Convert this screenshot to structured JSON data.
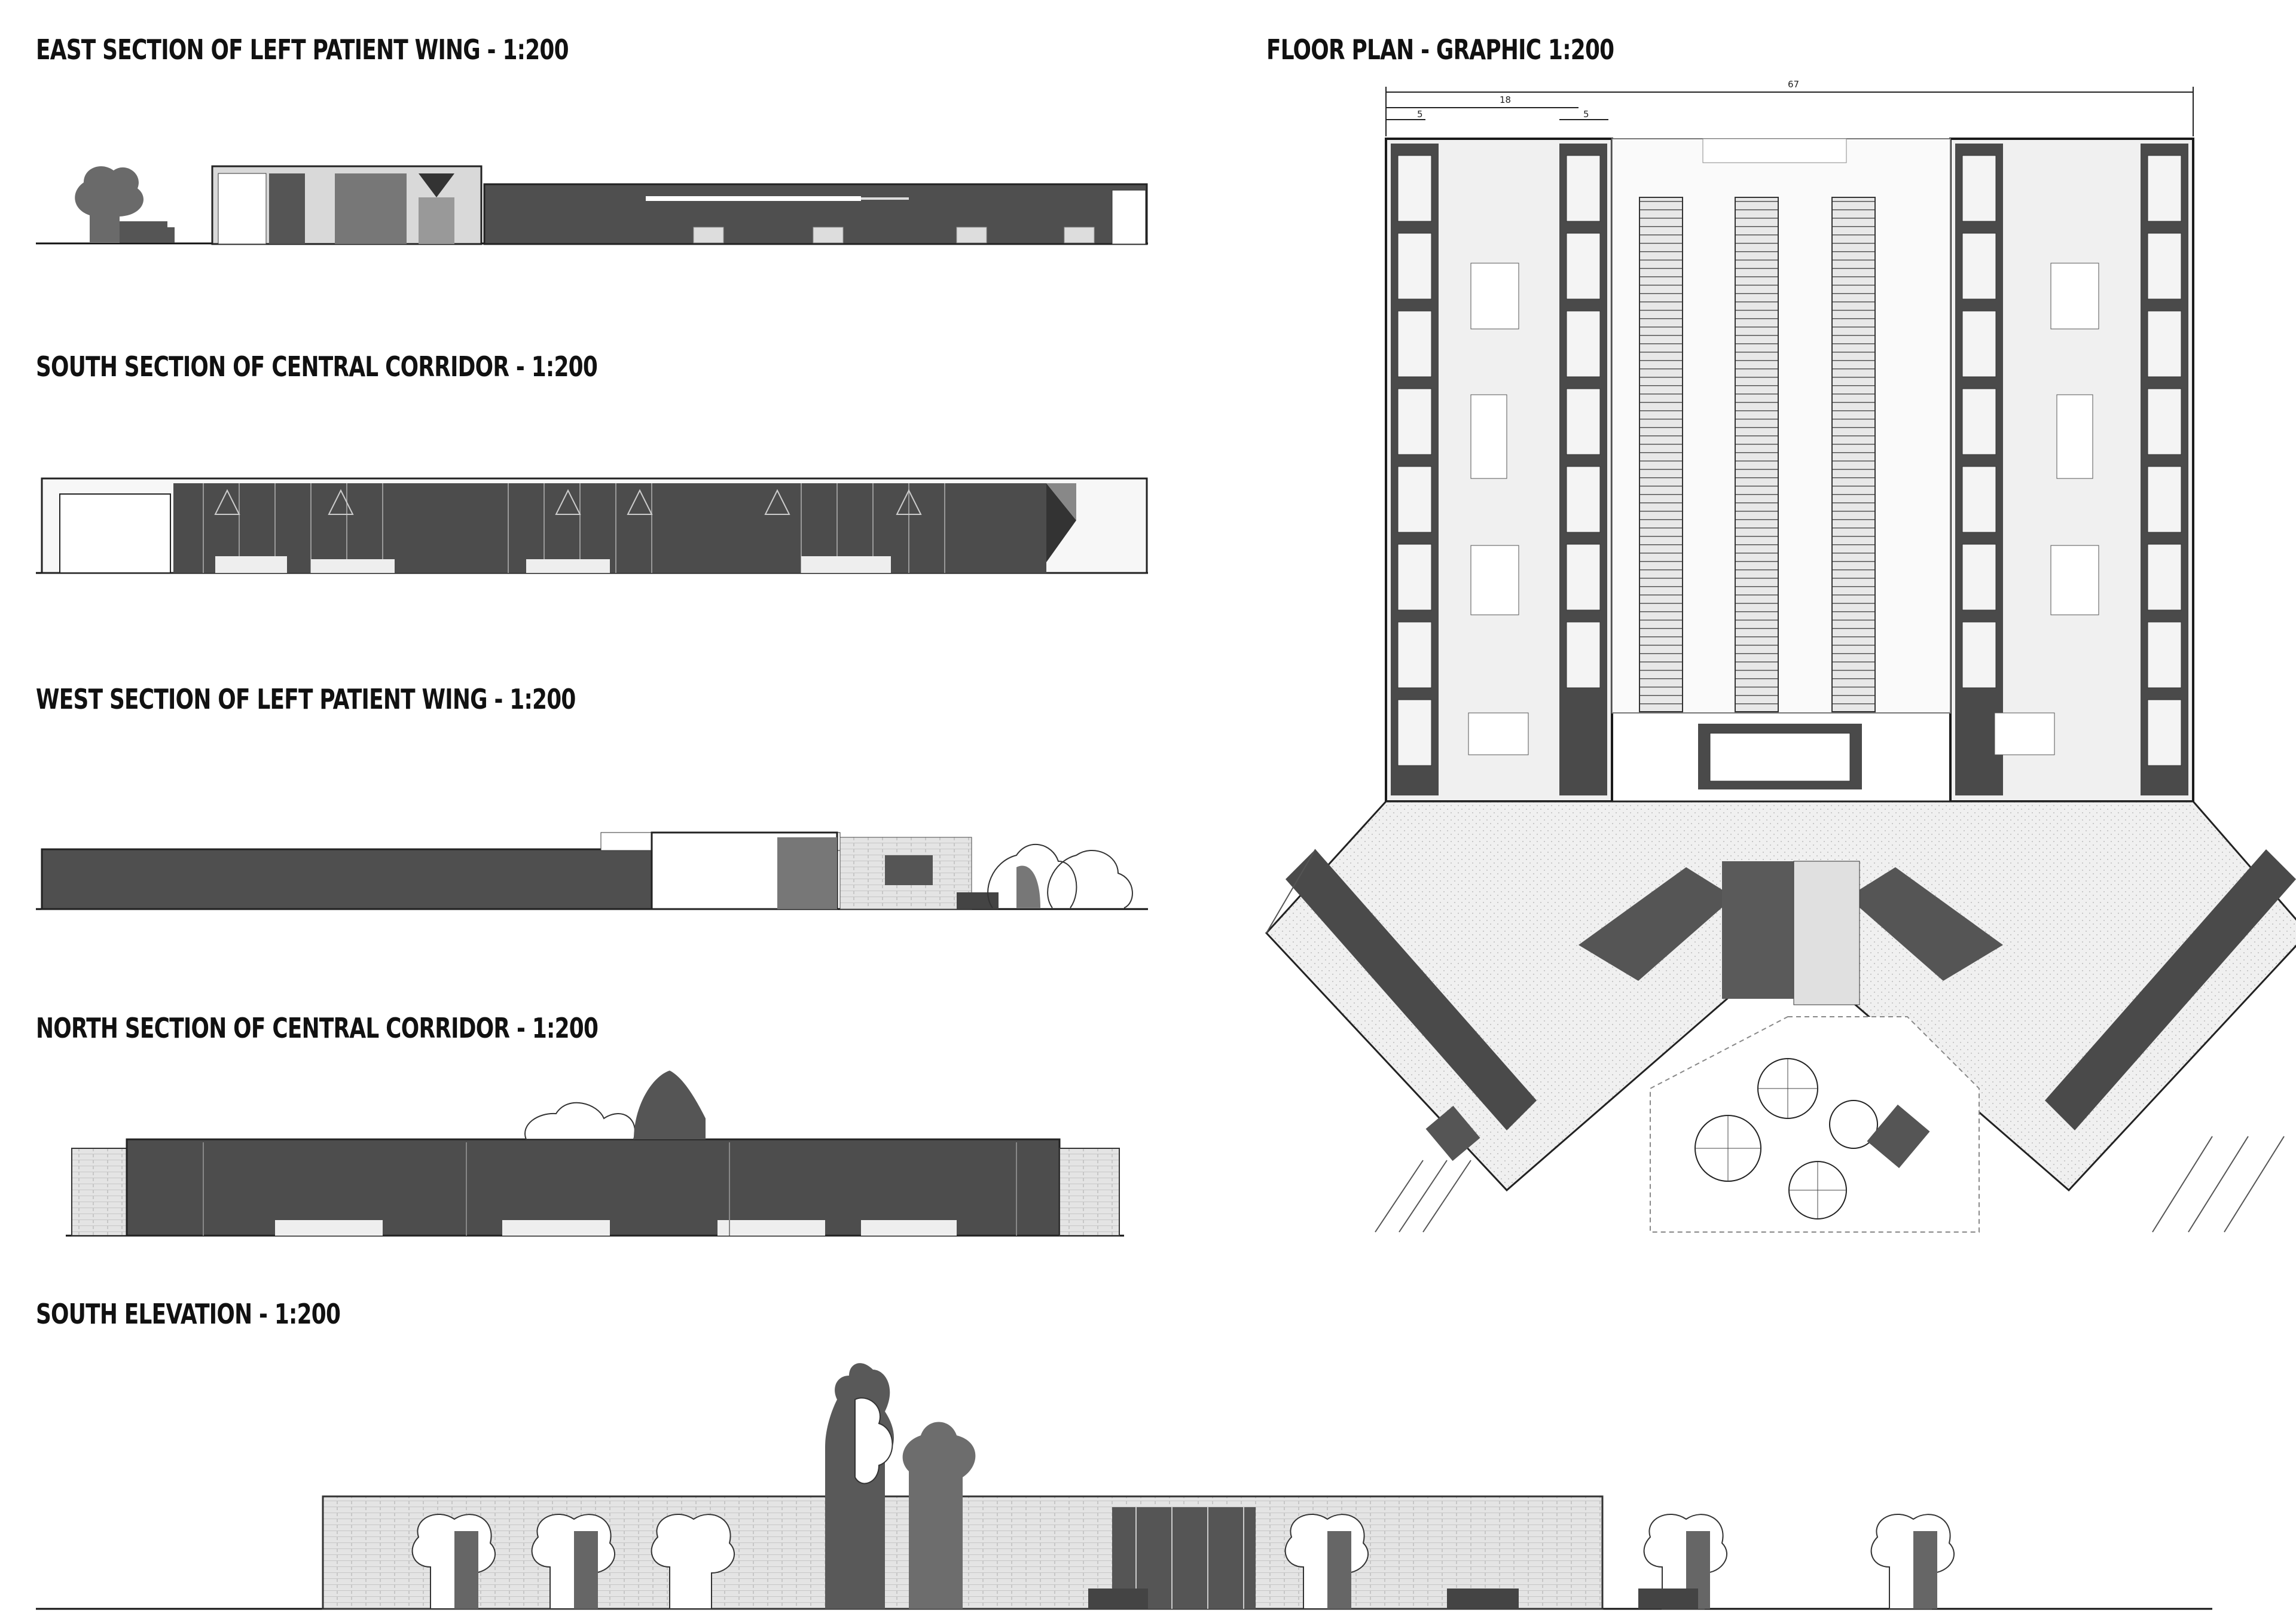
{
  "sheet": {
    "headings": {
      "east_section": "EAST SECTION OF LEFT PATIENT WING - 1:200",
      "south_section": "SOUTH SECTION OF CENTRAL CORRIDOR - 1:200",
      "west_section": "WEST SECTION OF LEFT PATIENT WING - 1:200",
      "north_section": "NORTH SECTION OF CENTRAL CORRIDOR - 1:200",
      "south_elevation": "SOUTH ELEVATION - 1:200",
      "floor_plan": "FLOOR PLAN - GRAPHIC 1:200"
    },
    "plan_dimensions": {
      "overall": "67",
      "wing": "18",
      "bay_left": "5",
      "bay_right": "5"
    },
    "colors": {
      "wall_dark": "#4a4a4a",
      "wall_mid": "#6e6e6e",
      "fill_light": "#e6e6e6",
      "floor_tone": "#f1f1f1",
      "line": "#1a1a1a"
    }
  }
}
